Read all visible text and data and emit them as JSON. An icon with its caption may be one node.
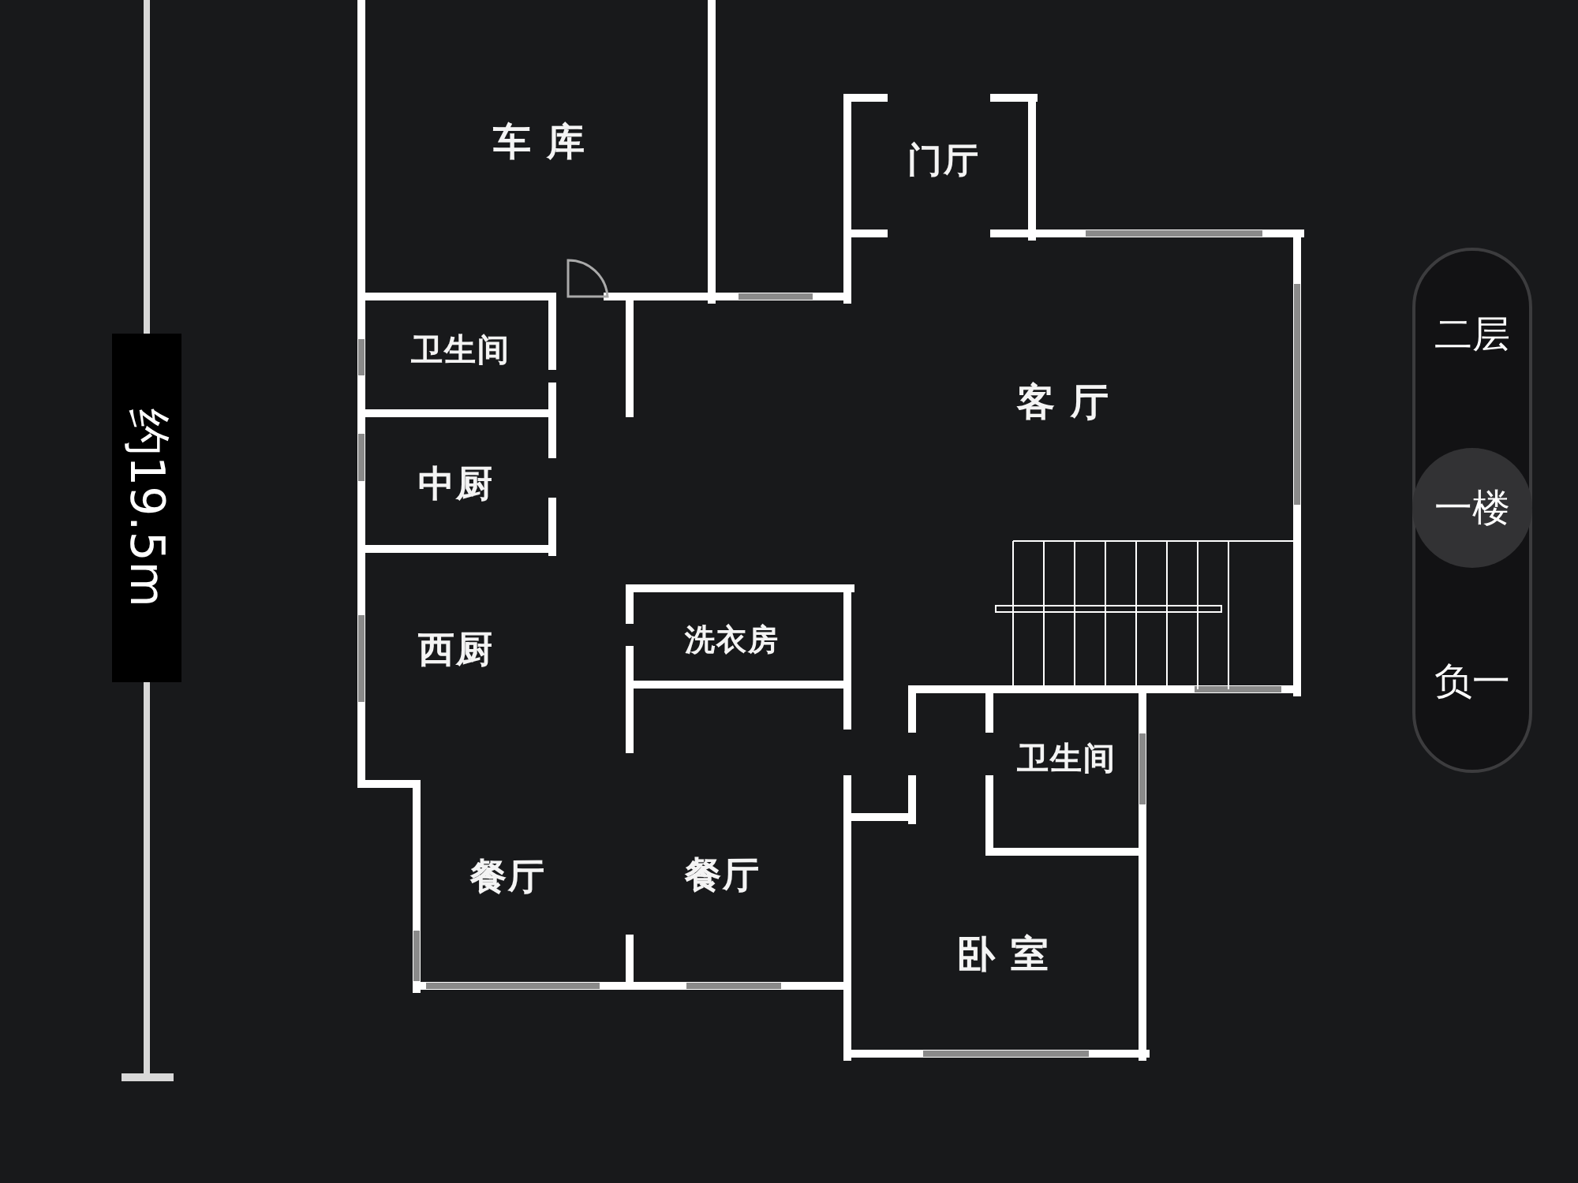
{
  "diagram": {
    "labels": [
      "约19.5m",
      "车 库",
      "门厅",
      "卫生间",
      "客 厅",
      "中厨",
      "洗衣房",
      "西厨",
      "卫生间",
      "餐厅",
      "餐厅",
      "卧 室",
      "二层",
      "一楼",
      "负一"
    ]
  }
}
